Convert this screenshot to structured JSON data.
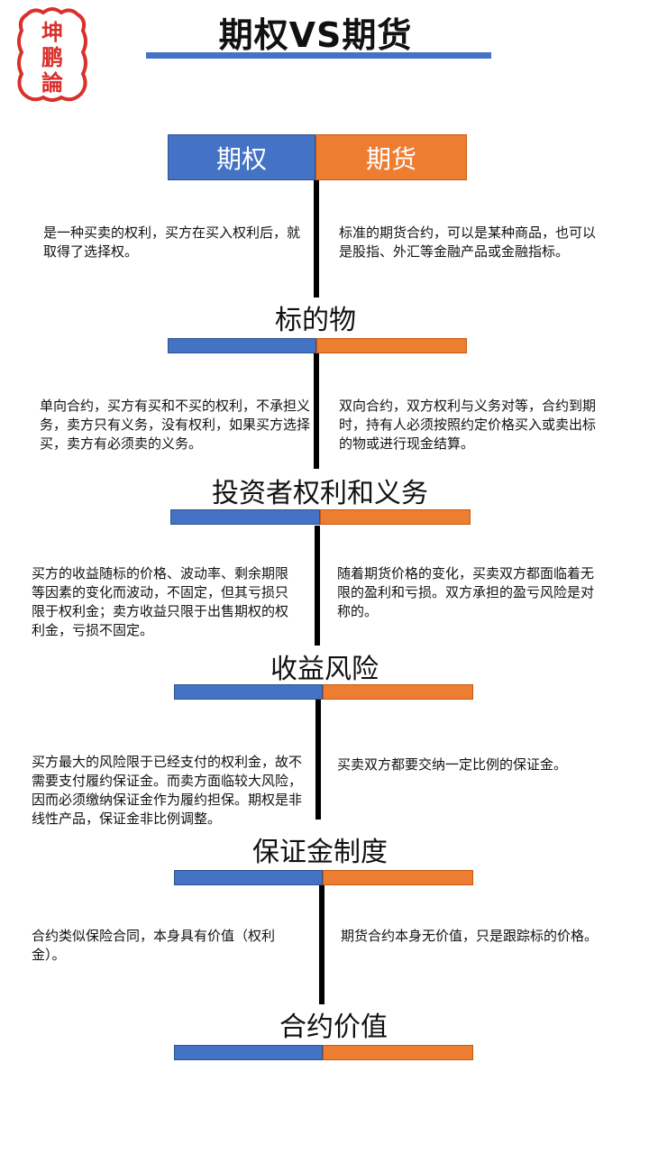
{
  "title": "期权VS期货",
  "seal_text": [
    "坤",
    "鹏",
    "論"
  ],
  "header": {
    "left": "期权",
    "right": "期货"
  },
  "intro": {
    "left": "是一种买卖的权利，买方在买入权利后，就取得了选择权。",
    "right": "标准的期货合约，可以是某种商品，也可以是股指、外汇等金融产品或金融指标。"
  },
  "sections": [
    {
      "title": "标的物",
      "left": "单向合约，买方有买和不买的权利，不承担义务，卖方只有义务，没有权利，如果买方选择买，卖方有必须卖的义务。",
      "right": "双向合约，双方权利与义务对等，合约到期时，持有人必须按照约定价格买入或卖出标的物或进行现金结算。"
    },
    {
      "title": "投资者权利和义务",
      "left": "买方的收益随标的价格、波动率、剩余期限等因素的变化而波动，不固定，但其亏损只限于权利金；卖方收益只限于出售期权的权利金，亏损不固定。",
      "right": "随着期货价格的变化，买卖双方都面临着无限的盈利和亏损。双方承担的盈亏风险是对称的。"
    },
    {
      "title": "收益风险",
      "left": "买方最大的风险限于已经支付的权利金，故不需要支付履约保证金。而卖方面临较大风险，因而必须缴纳保证金作为履约担保。期权是非线性产品，保证金非比例调整。",
      "right": "买卖双方都要交纳一定比例的保证金。"
    },
    {
      "title": "保证金制度",
      "left": "合约类似保险合同，本身具有价值（权利金）。",
      "right": "期货合约本身无价值，只是跟踪标的价格。"
    },
    {
      "title": "合约价值"
    }
  ],
  "colors": {
    "blue": "#4472c4",
    "orange": "#ed7d31",
    "seal_red": "#d9302c"
  }
}
